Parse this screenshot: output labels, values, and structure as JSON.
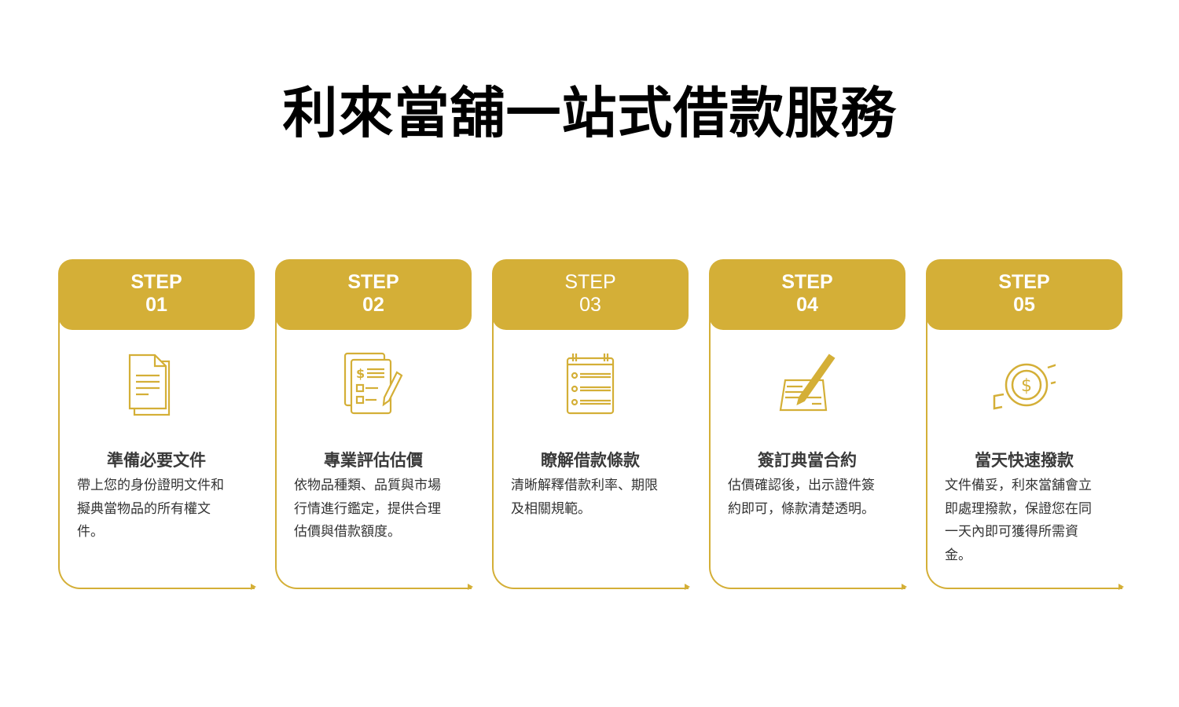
{
  "title": "利來當舖一站式借款服務",
  "accent_color": "#d4af37",
  "steps": [
    {
      "step": "STEP",
      "num": "01",
      "icon": "document-icon",
      "title": "準備必要文件",
      "body": "帶上您的身份證明文件和擬典當物品的所有權文件。"
    },
    {
      "step": "STEP",
      "num": "02",
      "icon": "valuation-form-icon",
      "title": "專業評估估價",
      "body": "依物品種類、品質與市場行情進行鑑定，提供合理估價與借款額度。"
    },
    {
      "step": "STEP",
      "num": "03",
      "icon": "checklist-icon",
      "title": "瞭解借款條款",
      "body": "清晰解釋借款利率、期限及相關規範。"
    },
    {
      "step": "STEP",
      "num": "04",
      "icon": "signing-pen-icon",
      "title": "簽訂典當合約",
      "body": "估價確認後，出示證件簽約即可，條款清楚透明。"
    },
    {
      "step": "STEP",
      "num": "05",
      "icon": "money-exchange-icon",
      "title": "當天快速撥款",
      "body": "文件備妥，利來當舖會立即處理撥款，保證您在同一天內即可獲得所需資金。"
    }
  ]
}
